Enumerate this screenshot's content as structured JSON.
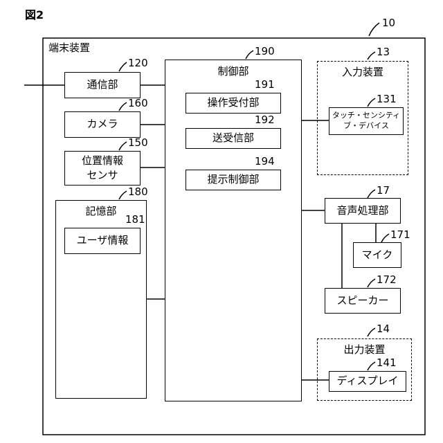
{
  "figure_label": "図2",
  "terminal": {
    "ref": "10",
    "label": "端末装置"
  },
  "comm": {
    "ref": "120",
    "label": "通信部"
  },
  "camera": {
    "ref": "160",
    "label": "カメラ"
  },
  "position": {
    "ref": "150",
    "line1": "位置情報",
    "line2": "センサ"
  },
  "storage": {
    "ref": "180",
    "label": "記憶部"
  },
  "userinfo": {
    "ref": "181",
    "label": "ユーザ情報"
  },
  "control": {
    "ref": "190",
    "label": "制御部"
  },
  "operation": {
    "ref": "191",
    "label": "操作受付部"
  },
  "transceiver": {
    "ref": "192",
    "label": "送受信部"
  },
  "presentation": {
    "ref": "194",
    "label": "提示制御部"
  },
  "input": {
    "ref": "13",
    "label": "入力装置"
  },
  "touch": {
    "ref": "131",
    "line1": "タッチ・センシティ",
    "line2": "ブ・デバイス"
  },
  "audio": {
    "ref": "17",
    "label": "音声処理部"
  },
  "mic": {
    "ref": "171",
    "label": "マイク"
  },
  "speaker": {
    "ref": "172",
    "label": "スピーカー"
  },
  "output": {
    "ref": "14",
    "label": "出力装置"
  },
  "display": {
    "ref": "141",
    "label": "ディスプレイ"
  }
}
